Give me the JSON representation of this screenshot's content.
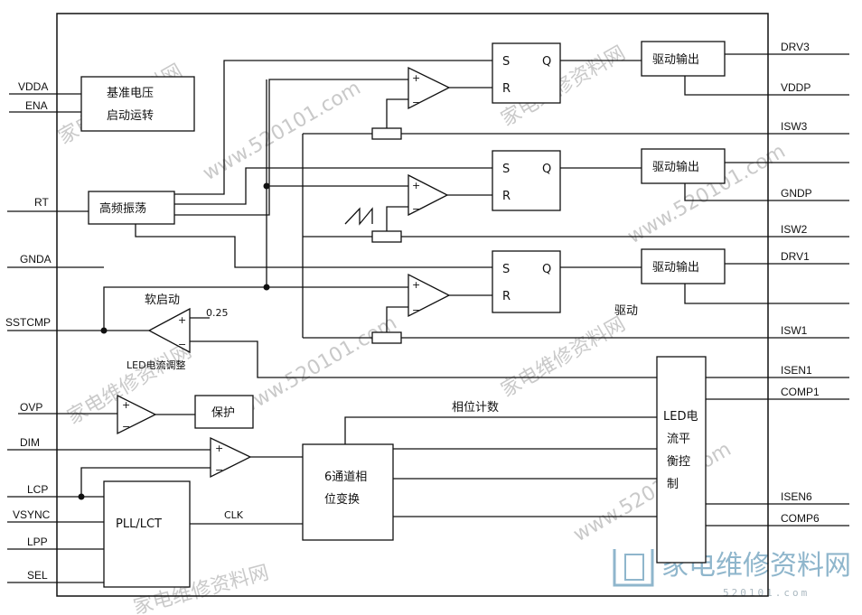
{
  "pins_left": {
    "vdda": "VDDA",
    "ena": "ENA",
    "rt": "RT",
    "gnda": "GNDA",
    "sstcmp": "SSTCMP",
    "ovp": "OVP",
    "dim": "DIM",
    "lcp": "LCP",
    "vsync": "VSYNC",
    "lpp": "LPP",
    "sel": "SEL"
  },
  "pins_right": {
    "drv3": "DRV3",
    "vddp": "VDDP",
    "isw3": "ISW3",
    "gndp": "GNDP",
    "isw2": "ISW2",
    "drv1": "DRV1",
    "isw1": "ISW1",
    "isen1": "ISEN1",
    "comp1": "COMP1",
    "isen6": "ISEN6",
    "comp6": "COMP6"
  },
  "blocks": {
    "ref_line1": "基准电压",
    "ref_line2": "启动运转",
    "osc": "高频振荡",
    "drive_out": "驱动输出",
    "protect": "保护",
    "pll": "PLL/LCT",
    "phase_line1": "6通道相",
    "phase_line2": "位变换",
    "bal_line1": "LED电",
    "bal_line2": "流平",
    "bal_line3": "衡控",
    "bal_line4": "制"
  },
  "flipflop": {
    "s": "S",
    "r": "R",
    "q": "Q"
  },
  "labels": {
    "soft_start": "软启动",
    "vref": "0.25",
    "led_adjust": "LED电流调整",
    "drive": "驱动",
    "phase_count": "相位计数",
    "clk": "CLK",
    "plus": "+",
    "minus": "−"
  },
  "watermark": {
    "site_cn": "家电维修资料网",
    "url": "www.520101.com",
    "logo_text": "家电维修资料网",
    "logo_url": "520101.com"
  }
}
